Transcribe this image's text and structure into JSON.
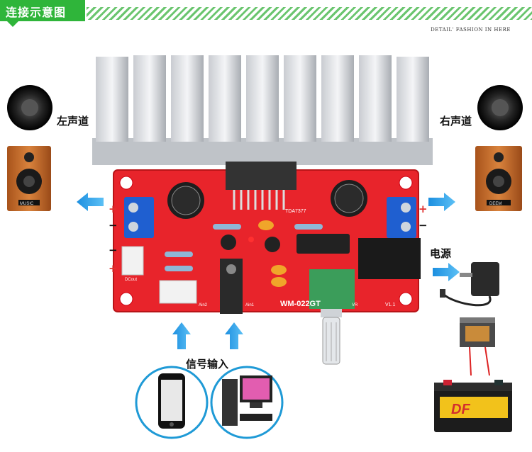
{
  "header": {
    "title": "连接示意图",
    "subtitle": "DETAIL' FASHION IN HERE",
    "accent_color": "#2fb53a"
  },
  "labels": {
    "left_channel": "左声道",
    "right_channel": "右声道",
    "power": "电源",
    "signal_input": "信号输入"
  },
  "polarity": {
    "plus": "+",
    "minus": "−"
  },
  "board": {
    "model": "WM-022GT",
    "chip": "TDA7377",
    "version": "V1.1",
    "port_ain1": "Ain1",
    "port_ain2": "Ain2",
    "port_dcout": "DCout",
    "port_vr": "VR",
    "color": "#e8242b"
  },
  "speakers": {
    "left_brand": "MUSIC",
    "right_brand": "DEEM"
  },
  "battery": {
    "logo": "DF"
  },
  "icons": [
    "speaker-icon",
    "arrow-icon",
    "phone-icon",
    "computer-icon",
    "power-adapter-icon",
    "transformer-icon",
    "battery-icon"
  ]
}
